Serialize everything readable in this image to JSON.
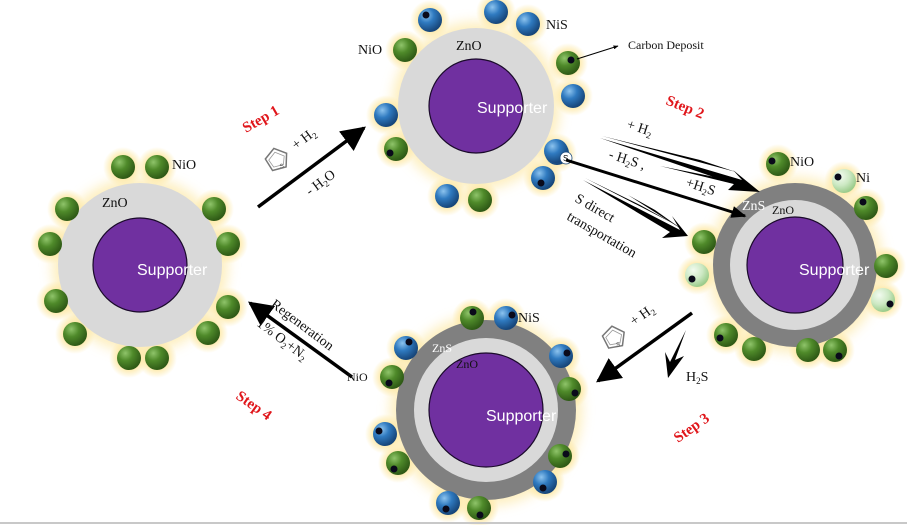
{
  "title": "NiO/ZnO adsorbent reactive adsorption desulfurization and regeneration scheme",
  "colors": {
    "supporter": "#7030a0",
    "zno": "#d9d9d9",
    "zns": "#808080",
    "nio": "#4a7a25",
    "nis": "#2e75b6",
    "ni": "#c9e6c2",
    "carbon": "#0a0a1a",
    "glow": "#fde9a8",
    "step": "#e0161b"
  },
  "particles": [
    {
      "id": "fresh",
      "labels": {
        "supporter": "Supporter",
        "shell": "ZnO",
        "species": "NiO"
      }
    },
    {
      "id": "after-step1",
      "labels": {
        "supporter": "Supporter",
        "shell": "ZnO",
        "species_a": "NiO",
        "species_b": "NiS",
        "callout": "Carbon Deposit",
        "sulfur": "S"
      }
    },
    {
      "id": "after-step2",
      "labels": {
        "supporter": "Supporter",
        "inner_shell": "ZnO",
        "outer_shell": "ZnS",
        "species_a": "NiO",
        "species_b": "Ni"
      }
    },
    {
      "id": "after-step3",
      "labels": {
        "supporter": "Supporter",
        "inner_shell": "ZnO",
        "outer_shell": "ZnS",
        "species_a": "NiO",
        "species_b": "NiS"
      }
    }
  ],
  "steps": [
    {
      "label": "Step 1",
      "reagent": "+ H",
      "reagent_sub": "2",
      "product_pre": "- H",
      "product_sub": "2",
      "product_post": "O"
    },
    {
      "label": "Step 2",
      "line1_pre": "+ H",
      "line1_sub": "2",
      "line2_pre": "- H",
      "line2_sub": "2",
      "line2_post": "S ,",
      "line3_pre": "+H",
      "line3_sub": "2",
      "line3_post": "S",
      "direct_line1": "S direct",
      "direct_line2": "transportation"
    },
    {
      "label": "Step 3",
      "reagent": "+ H",
      "reagent_sub": "2",
      "product_pre": "H",
      "product_sub": "2",
      "product_post": "S"
    },
    {
      "label": "Step 4",
      "name": "Regeneration",
      "cond_pre": "1% O",
      "cond_sub1": "2",
      "cond_mid": "+N",
      "cond_sub2": "2"
    }
  ],
  "thiophene_label": "S"
}
